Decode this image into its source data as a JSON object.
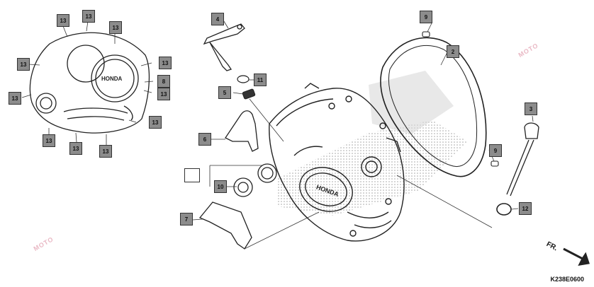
{
  "callouts": [
    {
      "id": "c13a",
      "label": "13"
    },
    {
      "id": "c13b",
      "label": "13"
    },
    {
      "id": "c13c",
      "label": "13"
    },
    {
      "id": "c13d",
      "label": "13"
    },
    {
      "id": "c13e",
      "label": "13"
    },
    {
      "id": "c13f",
      "label": "13"
    },
    {
      "id": "c8",
      "label": "8"
    },
    {
      "id": "c13g",
      "label": "13"
    },
    {
      "id": "c13h",
      "label": "13"
    },
    {
      "id": "c13i",
      "label": "13"
    },
    {
      "id": "c13j",
      "label": "13"
    },
    {
      "id": "c13k",
      "label": "13"
    },
    {
      "id": "c4",
      "label": "4"
    },
    {
      "id": "c11",
      "label": "11"
    },
    {
      "id": "c5",
      "label": "5"
    },
    {
      "id": "c6",
      "label": "6"
    },
    {
      "id": "c10",
      "label": "10"
    },
    {
      "id": "c7",
      "label": "7"
    },
    {
      "id": "c9a",
      "label": "9"
    },
    {
      "id": "c2",
      "label": "2"
    },
    {
      "id": "c9b",
      "label": "9"
    },
    {
      "id": "c3",
      "label": "3"
    },
    {
      "id": "c12",
      "label": "12"
    }
  ],
  "brand": "HONDA",
  "diagram_code": "K238E0600",
  "direction_label": "FR.",
  "watermark": "MOTO"
}
